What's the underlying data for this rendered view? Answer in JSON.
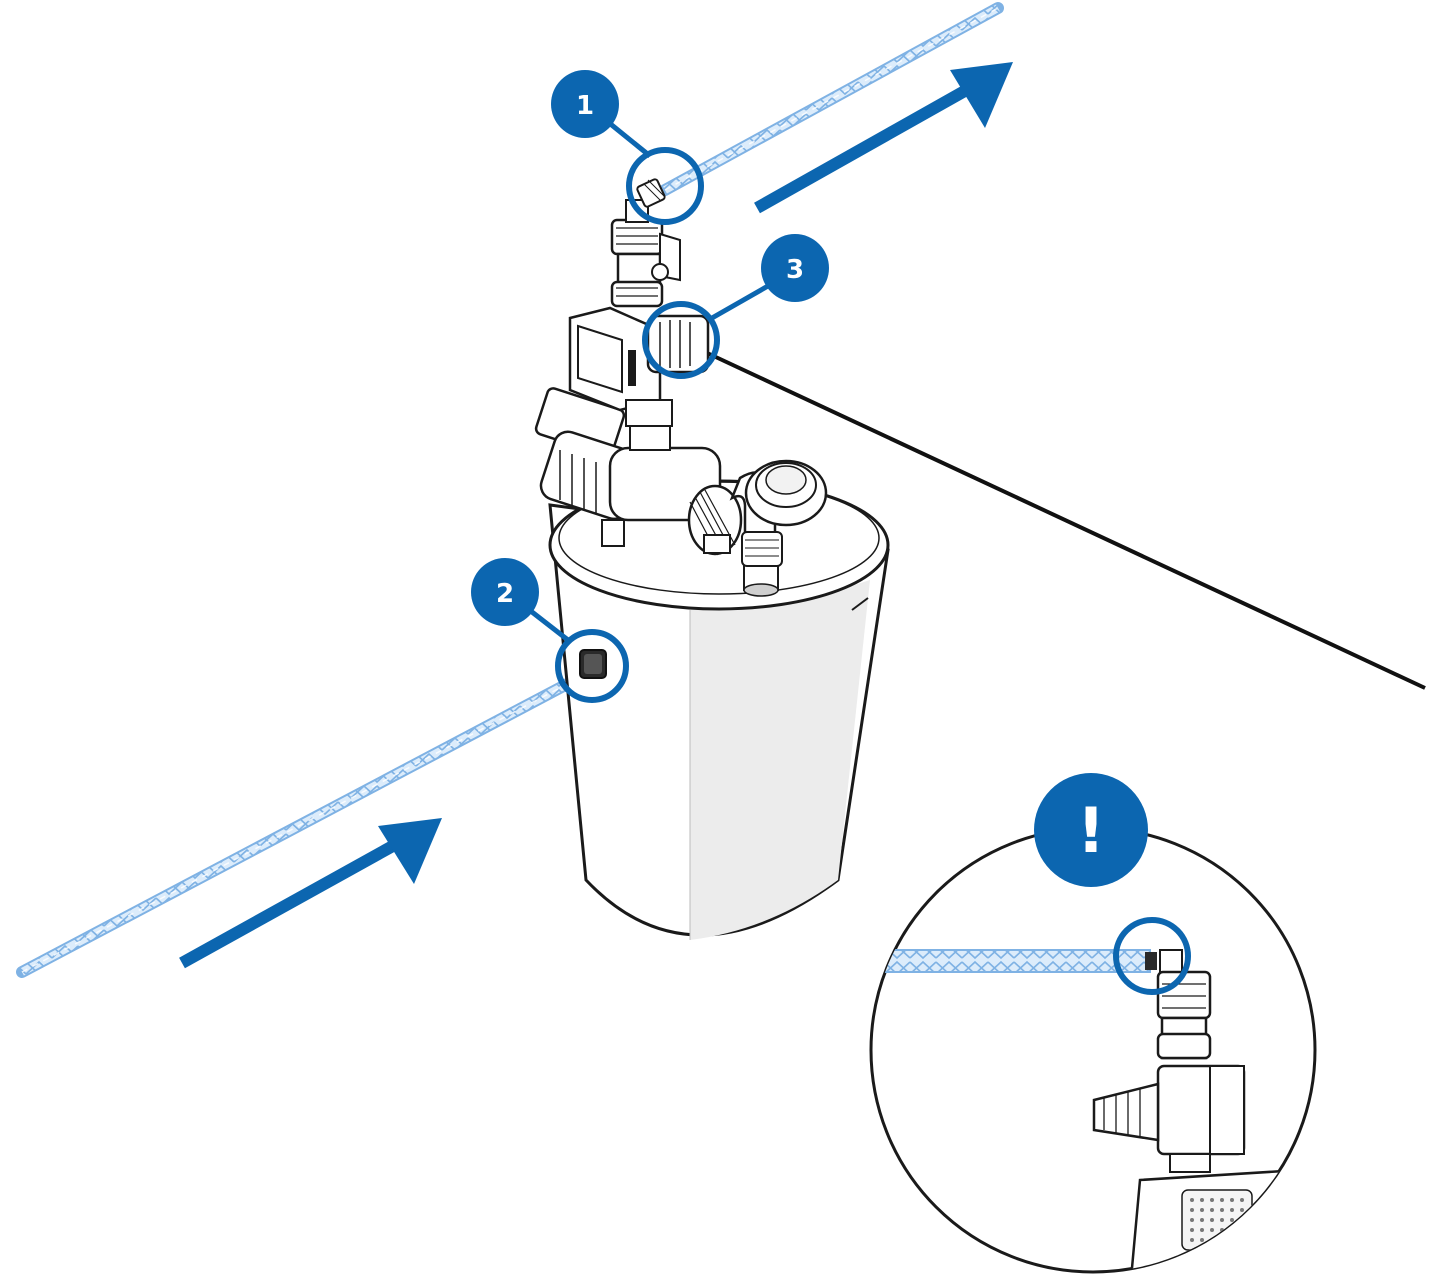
{
  "callouts": {
    "inlet_label": "2",
    "outlet_label": "1",
    "power_label": "3",
    "warning_label": "!"
  },
  "colors": {
    "accent_blue": "#0c66b0",
    "hose_blue": "#a8cdf2",
    "outline": "#1a1a1a",
    "tank_shade": "#ececec"
  },
  "icons": {
    "flow_arrow": "arrow-icon",
    "warning": "exclamation-icon"
  }
}
